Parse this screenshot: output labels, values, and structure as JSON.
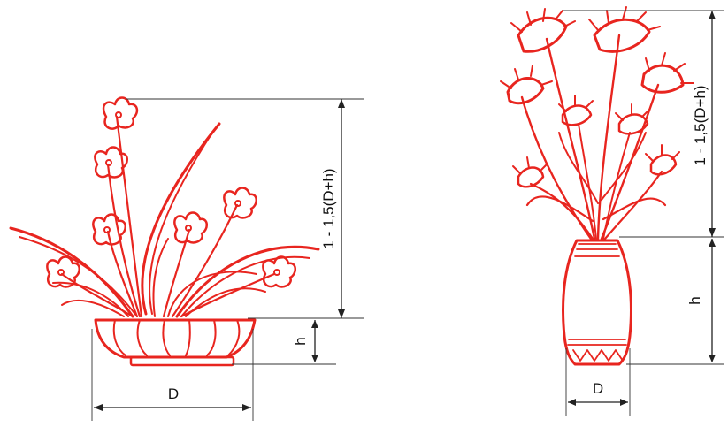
{
  "colors": {
    "ink": "#e8251f",
    "dimension": "#222222",
    "background": "#ffffff"
  },
  "left_figure": {
    "object": "bowl-arrangement",
    "height_label": "1 - 1,5(D+h)",
    "container_height_label": "h",
    "diameter_label": "D"
  },
  "right_figure": {
    "object": "vase-arrangement",
    "height_label": "1 - 1,5(D+h)",
    "container_height_label": "h",
    "diameter_label": "D"
  }
}
